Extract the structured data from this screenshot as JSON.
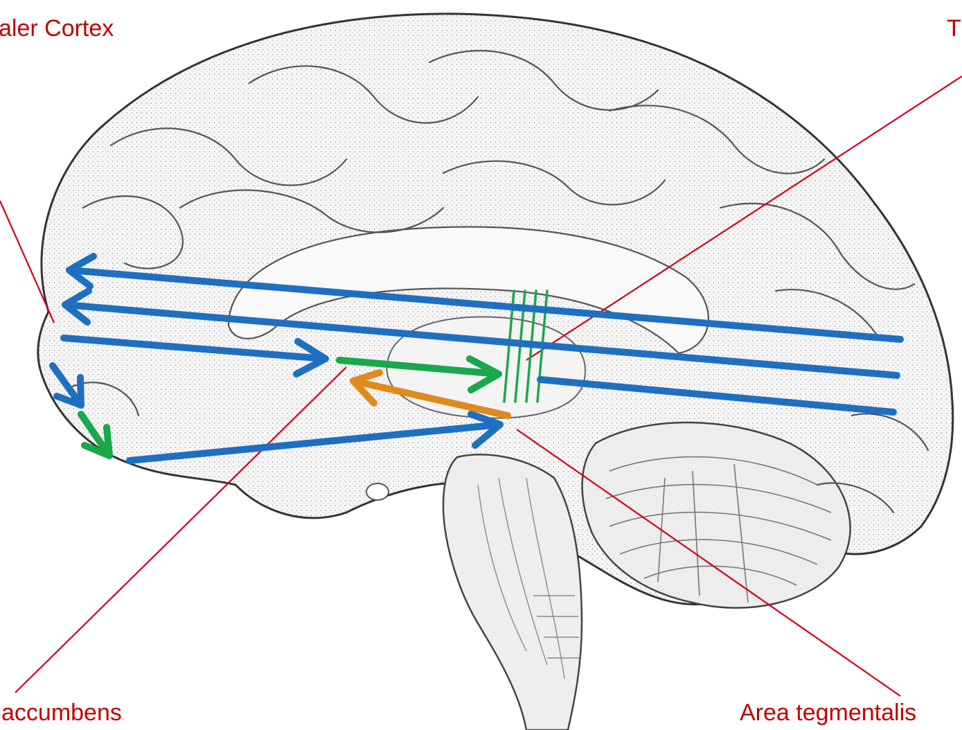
{
  "labels": {
    "cortex": "aler Cortex",
    "top_right": "T",
    "accumbens": "accumbens",
    "tegmentalis": "Area tegmentalis"
  },
  "colors": {
    "label": "#c00000",
    "leader": "#d0001a",
    "blue": "#1f6fc1",
    "green": "#19a84a",
    "orange": "#e08a1e",
    "outline": "#333333",
    "brain_fill": "#f2f2f2"
  }
}
